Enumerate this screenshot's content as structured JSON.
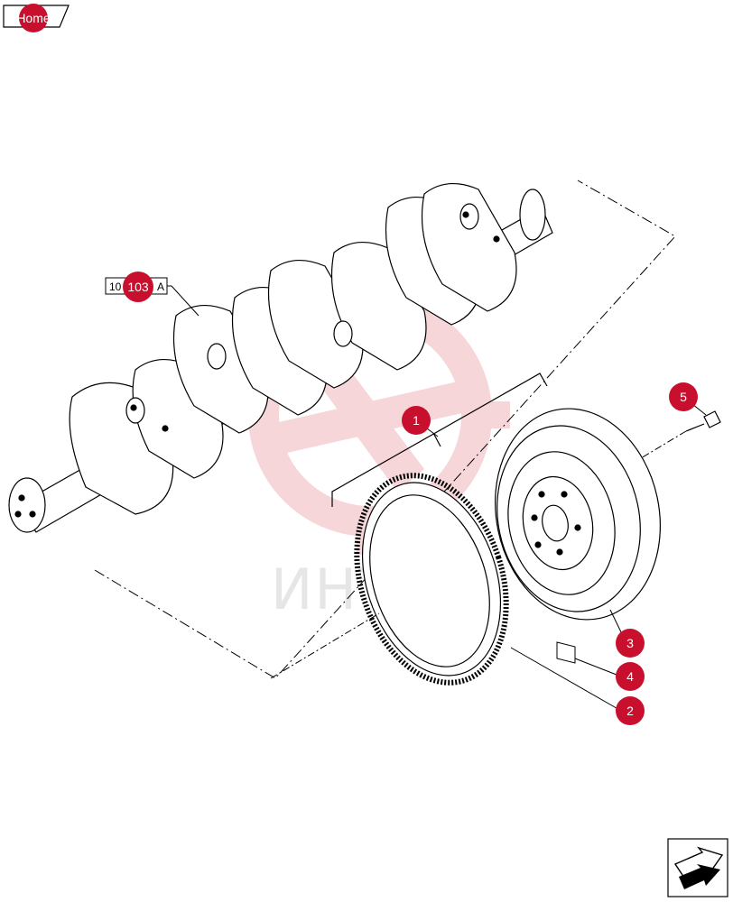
{
  "home": {
    "label": "Home"
  },
  "reference": {
    "prefix": "10",
    "callout": "103",
    "suffix": "A"
  },
  "callouts": [
    {
      "id": "1",
      "label": "1"
    },
    {
      "id": "2",
      "label": "2"
    },
    {
      "id": "3",
      "label": "3"
    },
    {
      "id": "4",
      "label": "4"
    },
    {
      "id": "5",
      "label": "5"
    }
  ],
  "watermark": {
    "text": "ИНТЕХ"
  },
  "nav": {
    "icon": "next-page-arrow-icon"
  },
  "colors": {
    "accent": "#c8102e",
    "line": "#000000",
    "watermark": "#f6d5d8"
  }
}
